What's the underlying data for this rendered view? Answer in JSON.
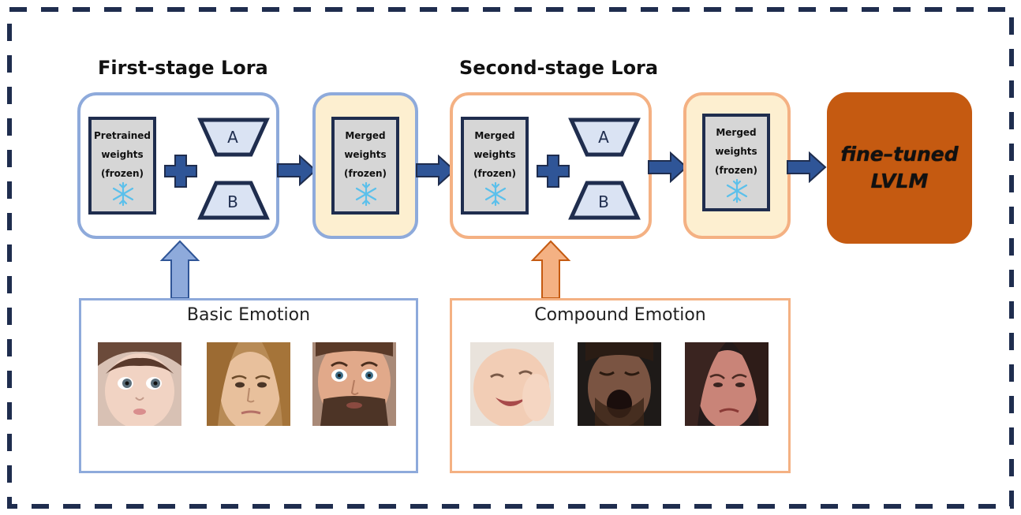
{
  "stages": {
    "first_title": "First-stage Lora",
    "second_title": "Second-stage Lora"
  },
  "cards": {
    "pretrained": [
      "Pretrained",
      "weights",
      "(frozen)"
    ],
    "merged_1": [
      "Merged",
      "weights",
      "(frozen)"
    ],
    "merged_2": [
      "Merged",
      "weights",
      "(frozen)"
    ],
    "merged_3": [
      "Merged",
      "weights",
      "(frozen)"
    ]
  },
  "adapters": {
    "a_label": "A",
    "b_label": "B"
  },
  "final_model": {
    "line1": "fine–tuned",
    "line2": "LVLM"
  },
  "panels": {
    "basic_title": "Basic Emotion",
    "compound_title": "Compound Emotion"
  },
  "colors": {
    "dashed_border": "#1f2d4e",
    "stage1_blue": "#8eaadb",
    "stage2_orange": "#f4b183",
    "merged_fill": "#fdefd0",
    "card_border": "#1f2d4e",
    "card_fill": "#d6d6d6",
    "adapter_fill": "#dae3f3",
    "final_fill": "#c55a11",
    "snowflake": "#5bc0eb"
  },
  "icons": [
    "snowflake-icon",
    "plus-icon",
    "right-arrow-icon",
    "up-arrow-icon"
  ]
}
